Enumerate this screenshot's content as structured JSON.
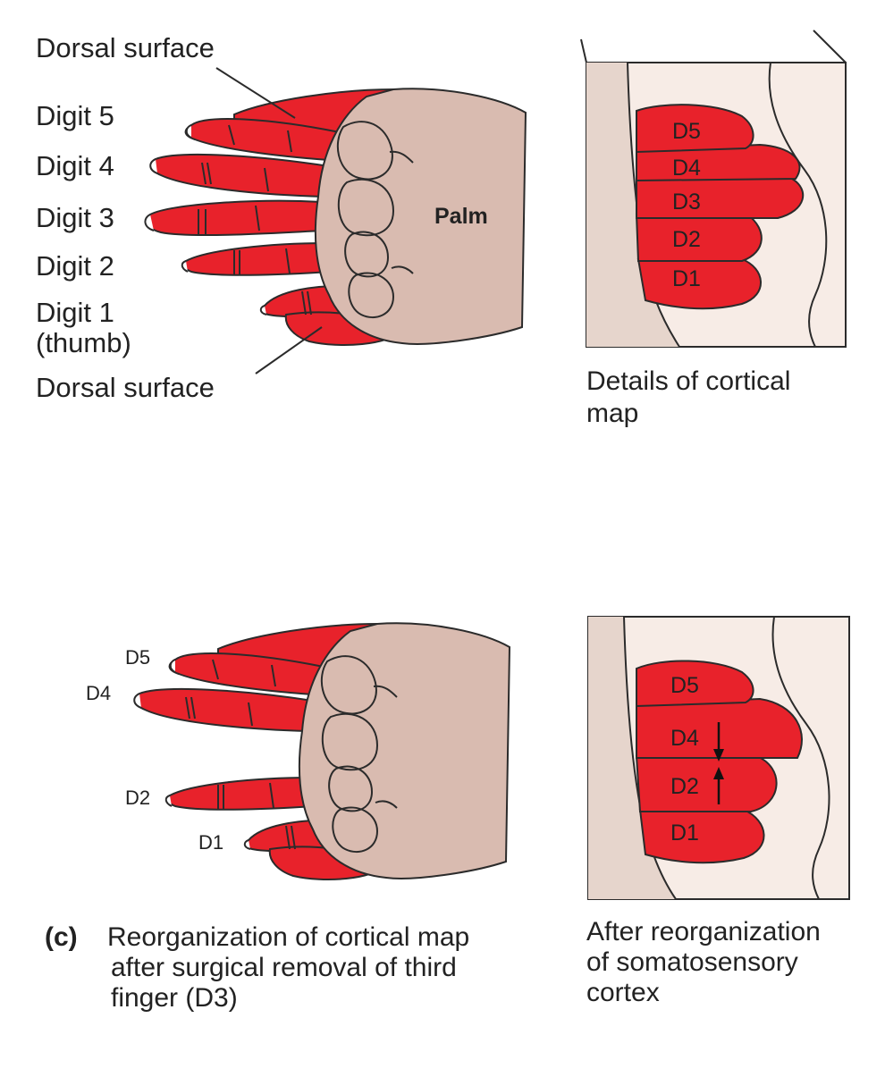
{
  "hand_top": {
    "labels": {
      "dorsal_top": "Dorsal surface",
      "digit5": "Digit 5",
      "digit4": "Digit 4",
      "digit3": "Digit 3",
      "digit2": "Digit 2",
      "digit1_line1": "Digit 1",
      "digit1_line2": "(thumb)",
      "dorsal_bottom": "Dorsal surface",
      "palm": "Palm"
    }
  },
  "cortex_top": {
    "regions": [
      "D5",
      "D4",
      "D3",
      "D2",
      "D1"
    ],
    "caption_line1": "Details of cortical",
    "caption_line2": "map"
  },
  "hand_bottom": {
    "labels": [
      "D5",
      "D4",
      "D2",
      "D1"
    ]
  },
  "cortex_bottom": {
    "regions": [
      "D5",
      "D4",
      "D2",
      "D1"
    ],
    "caption_line1": "After reorganization",
    "caption_line2": "of somatosensory",
    "caption_line3": "cortex"
  },
  "panel_caption": {
    "letter": "(c)",
    "line1": "Reorganization of cortical map",
    "line2": "after surgical removal of third",
    "line3": "finger (D3)"
  },
  "colors": {
    "finger_red": "#e8222b",
    "skin": "#d9bbb0",
    "cortex_bg": "#f7ece6",
    "cortex_gray": "#e6d5cc",
    "outline": "#2b2b2b"
  }
}
